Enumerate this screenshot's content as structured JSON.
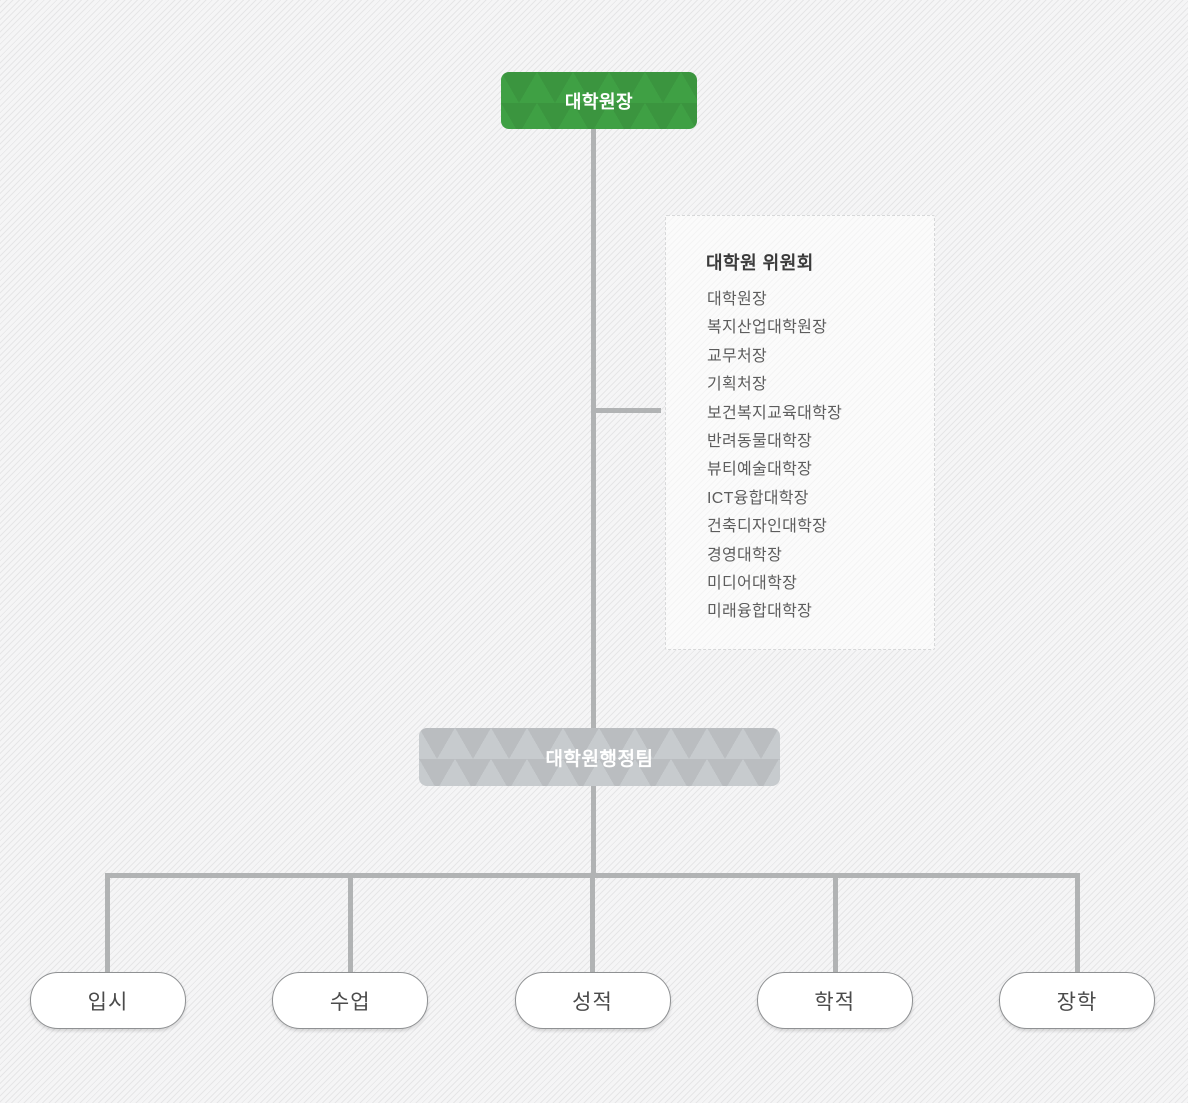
{
  "org": {
    "root": {
      "label": "대학원장"
    },
    "committee": {
      "title": "대학원 위원회",
      "members": [
        "대학원장",
        "복지산업대학원장",
        "교무처장",
        "기획처장",
        "보건복지교육대학장",
        "반려동물대학장",
        "뷰티예술대학장",
        "ICT융합대학장",
        "건축디자인대학장",
        "경영대학장",
        "미디어대학장",
        "미래융합대학장"
      ]
    },
    "admin_team": {
      "label": "대학원행정팀"
    },
    "departments": [
      "입시",
      "수업",
      "성적",
      "학적",
      "장학"
    ]
  },
  "colors": {
    "root_node": "#3fa044",
    "admin_node": "#c7cbce",
    "connector": "#b1b3b4",
    "dept_border": "#8f9193"
  }
}
